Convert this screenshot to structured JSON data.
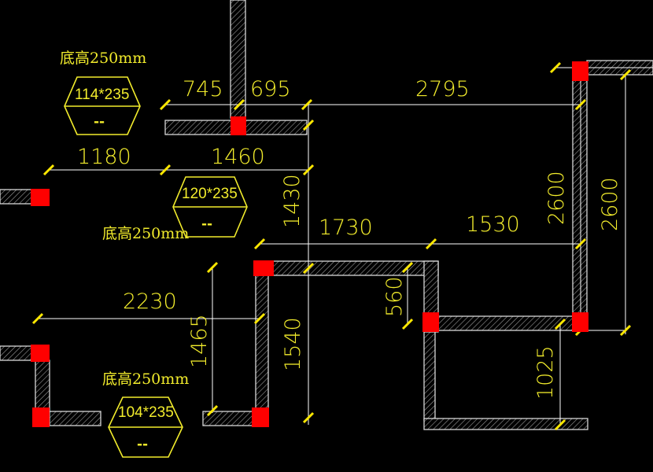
{
  "dimensions": {
    "d745": "745",
    "d695": "695",
    "d2795": "2795",
    "d1180": "1180",
    "d1460": "1460",
    "d1430": "1430",
    "d1730": "1730",
    "d1530": "1530",
    "d2600_inner": "2600",
    "d2600_outer": "2600",
    "d2230": "2230",
    "d1465": "1465",
    "d1540": "1540",
    "d560": "560",
    "d1025": "1025"
  },
  "beams": [
    {
      "size": "114*235",
      "note": "--",
      "label": "底高250mm"
    },
    {
      "size": "120*235",
      "note": "--",
      "label": "底高250mm"
    },
    {
      "size": "104*235",
      "note": "--",
      "label": "底高250mm"
    }
  ],
  "colors": {
    "background": "#000000",
    "dimension_text": "#f2ec2c",
    "column": "#ff0000",
    "tick": "#ffe800"
  }
}
